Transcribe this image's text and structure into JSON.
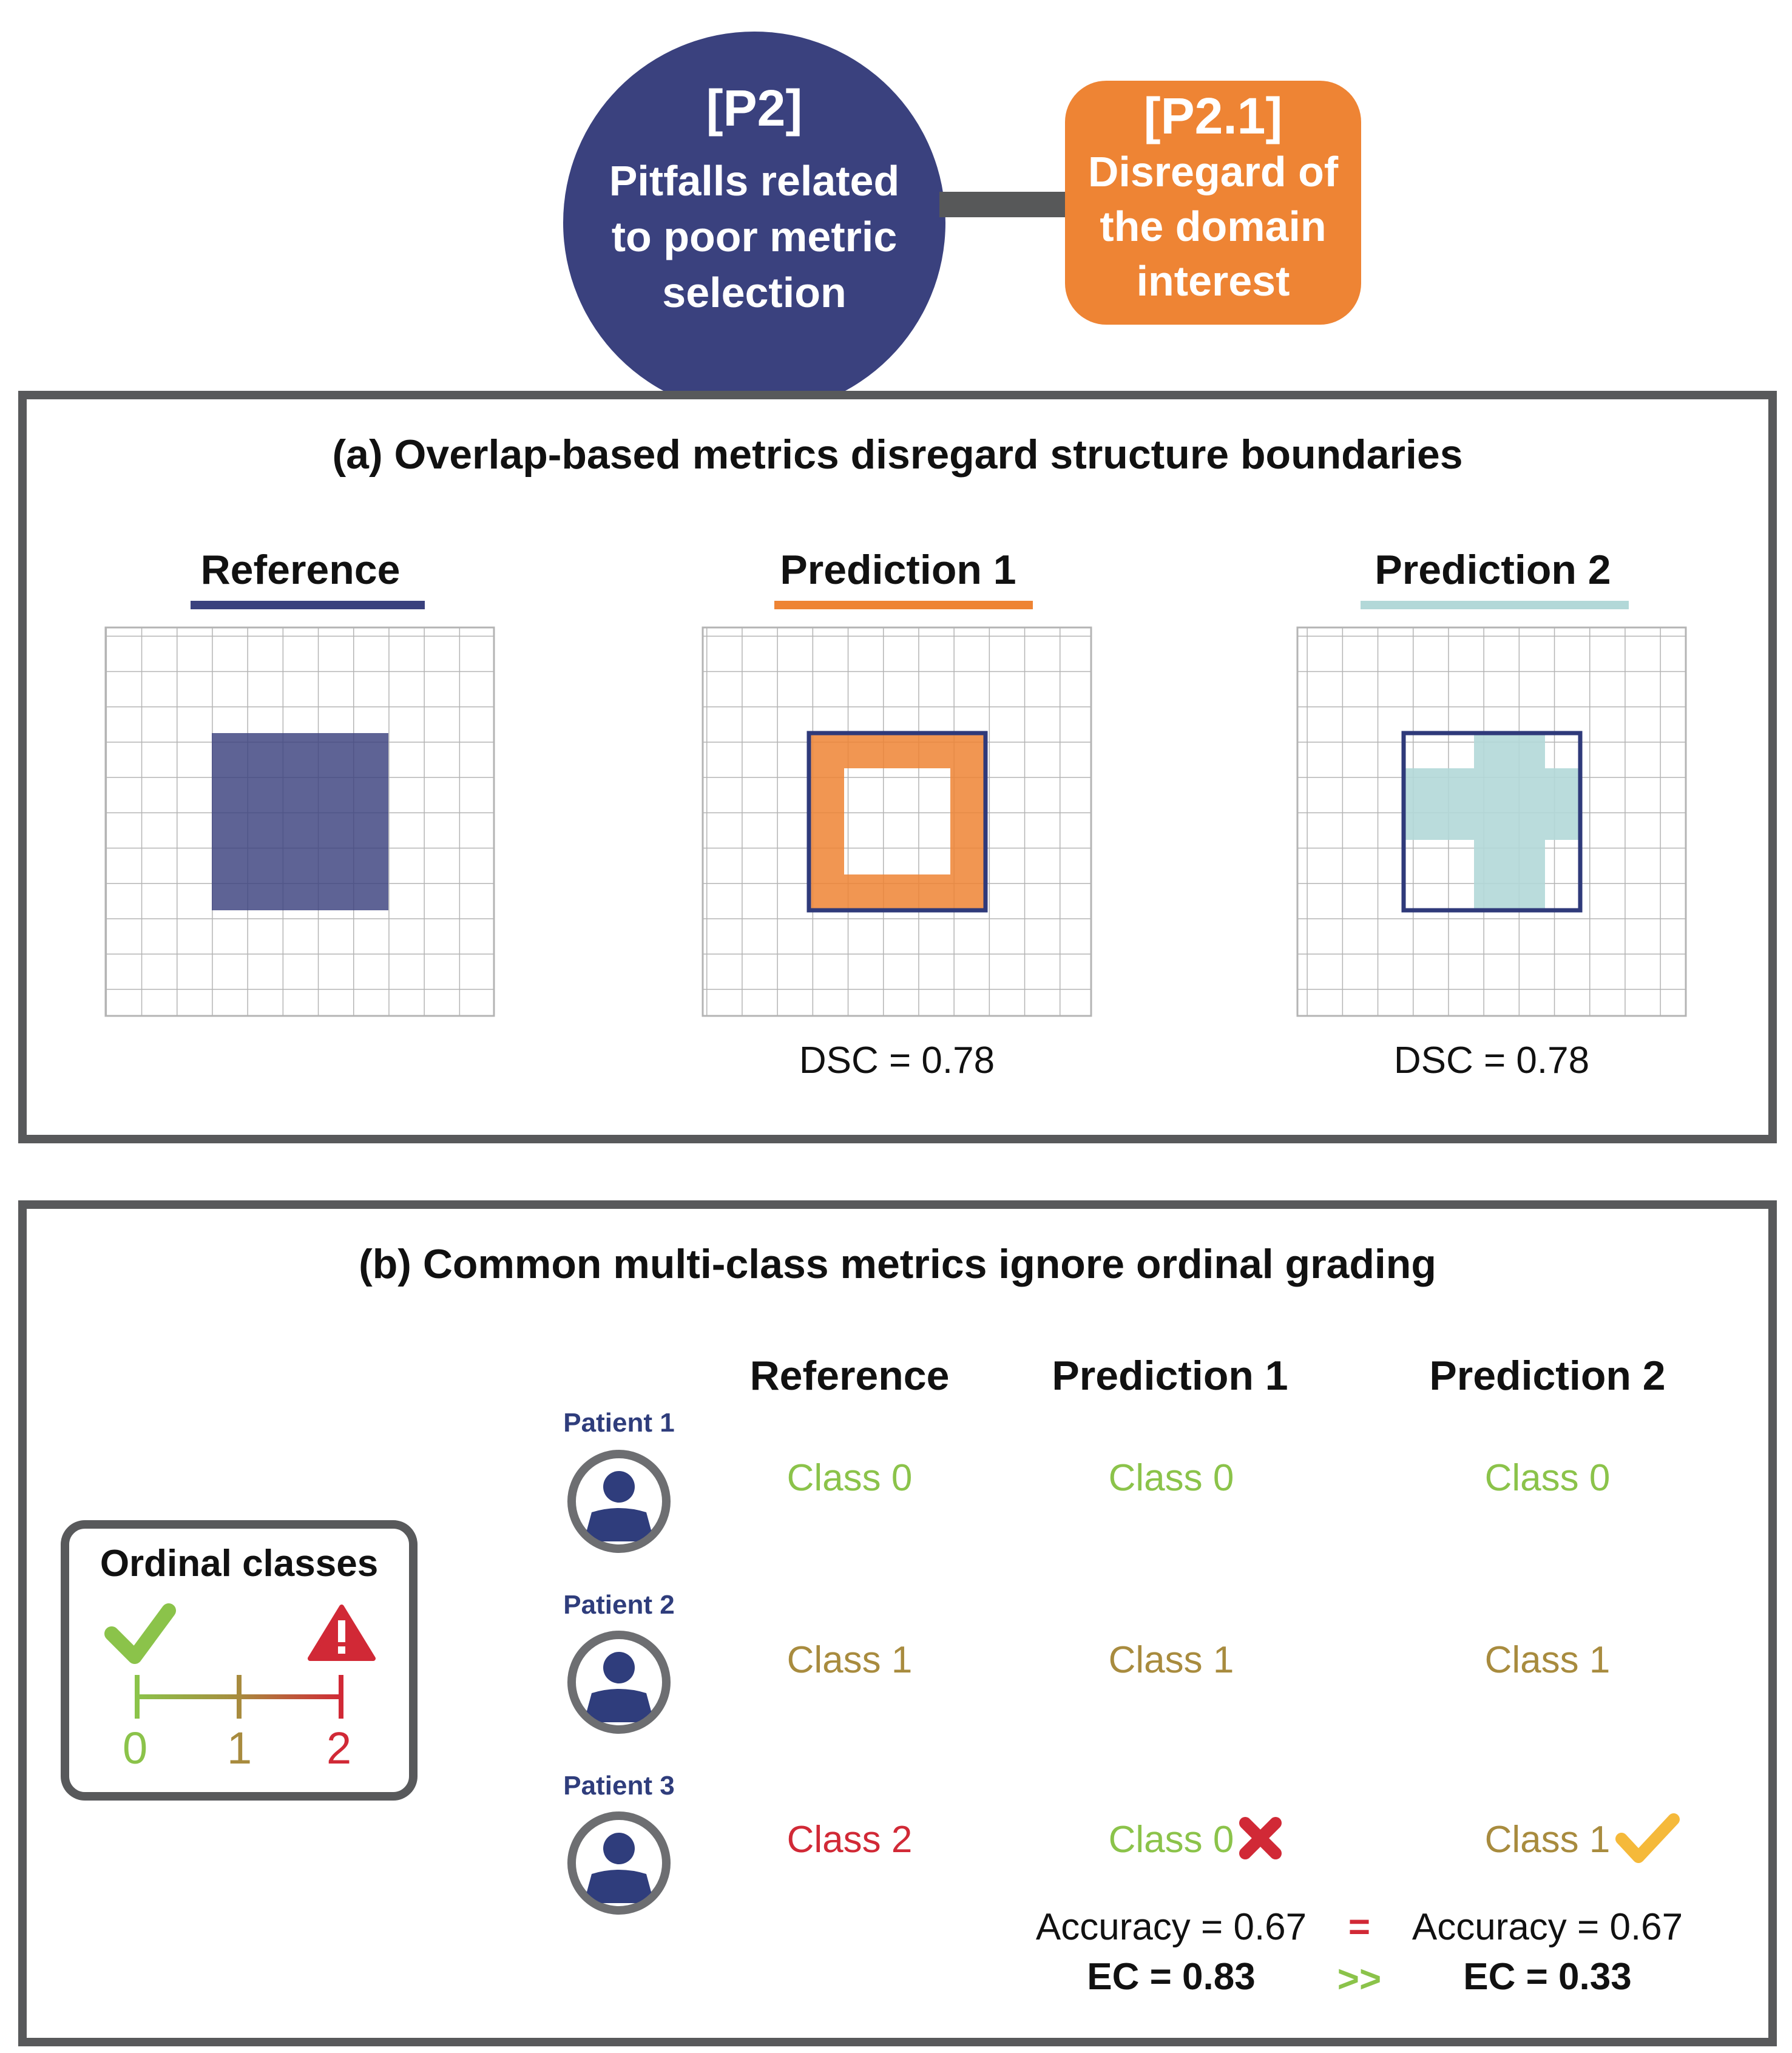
{
  "header": {
    "main_code": "[P2]",
    "main_desc": "Pitfalls related to poor metric selection",
    "sub_code": "[P2.1]",
    "sub_desc": "Disregard of the domain interest"
  },
  "colors": {
    "navy": "#3a417e",
    "orange": "#ee8434",
    "teal": "#b2d8d8",
    "gray": "#58595b",
    "green": "#8bc34a",
    "olive": "#a88b3e",
    "red": "#d12936",
    "amber": "#f5b93a"
  },
  "panel_a": {
    "title": "(a) Overlap-based metrics disregard structure boundaries",
    "reference_label": "Reference",
    "prediction1_label": "Prediction 1",
    "prediction2_label": "Prediction 2",
    "prediction1_metric": "DSC = 0.78",
    "prediction2_metric": "DSC = 0.78"
  },
  "panel_b": {
    "title": "(b) Common multi-class metrics ignore ordinal grading",
    "headers": {
      "reference": "Reference",
      "prediction1": "Prediction 1",
      "prediction2": "Prediction 2"
    },
    "patients": [
      {
        "label": "Patient 1",
        "reference": "Class 0",
        "prediction1": "Class 0",
        "prediction2": "Class 0"
      },
      {
        "label": "Patient 2",
        "reference": "Class 1",
        "prediction1": "Class 1",
        "prediction2": "Class 1"
      },
      {
        "label": "Patient 3",
        "reference": "Class 2",
        "prediction1": "Class 0",
        "prediction2": "Class 1"
      }
    ],
    "ordinal_box": {
      "title": "Ordinal classes",
      "ticks": [
        "0",
        "1",
        "2"
      ]
    },
    "metrics": {
      "accuracy1": "Accuracy = 0.67",
      "accuracy2": "Accuracy = 0.67",
      "accuracy_relation": "=",
      "ec1": "EC = 0.83",
      "ec2": "EC = 0.33",
      "ec_relation": ">>"
    }
  }
}
